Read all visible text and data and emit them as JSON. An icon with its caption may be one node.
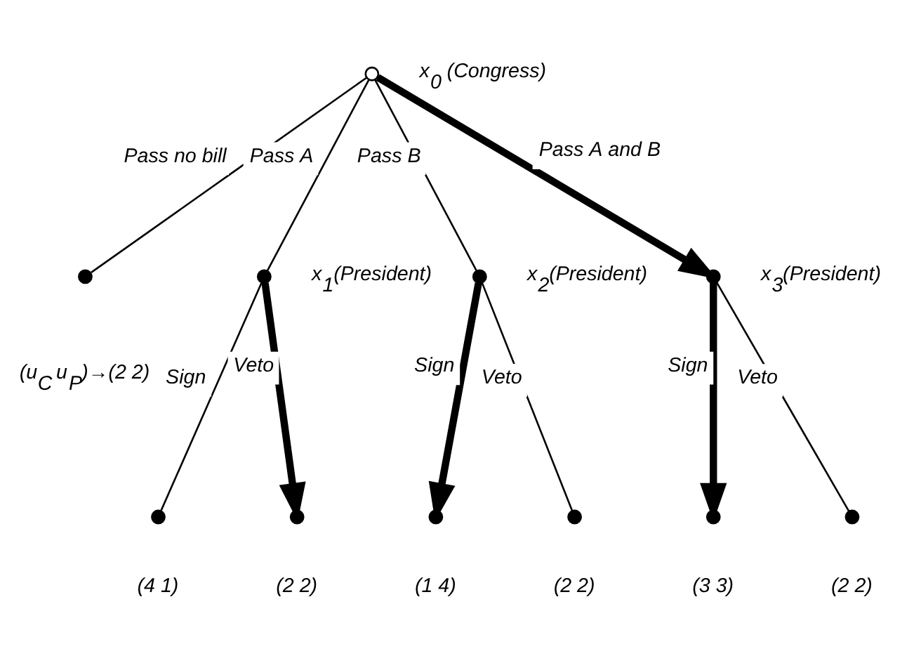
{
  "diagram": {
    "nodes": [
      {
        "text": [],
        "shape": "circle",
        "beside": [
          "x$_{0}$ (Congress)"
        ]
      },
      {
        "text": [],
        "shape": "circle",
        "beside": [
          "(u$_{C}$ u$_{P}$)→(2 2)"
        ]
      },
      {
        "text": [],
        "shape": "circle",
        "beside": [
          "x$_{1}$(President)"
        ]
      },
      {
        "text": [],
        "shape": "circle",
        "beside": [
          "x$_{2}$(President)"
        ]
      },
      {
        "text": [],
        "shape": "circle",
        "beside": [
          "x$_{3}$(President)"
        ]
      },
      {
        "text": [],
        "shape": "circle",
        "beside": [
          "(4 1)"
        ]
      },
      {
        "text": [],
        "shape": "circle",
        "beside": [
          "(2 2)"
        ]
      },
      {
        "text": [],
        "shape": "circle",
        "beside": [
          "(1 4)"
        ]
      },
      {
        "text": [],
        "shape": "circle",
        "beside": [
          "(2 2)"
        ]
      },
      {
        "text": [],
        "shape": "circle",
        "beside": [
          "(3 3)"
        ]
      },
      {
        "text": [],
        "shape": "circle",
        "beside": [
          "(2 2)"
        ]
      }
    ],
    "edges": [
      {
        "from": 0,
        "to": 1,
        "arrow": "none",
        "label": "Pass no bill"
      },
      {
        "from": 0,
        "to": 2,
        "arrow": "none",
        "label": "Pass A"
      },
      {
        "from": 0,
        "to": 3,
        "arrow": "none",
        "label": "Pass B"
      },
      {
        "from": 0,
        "to": 4,
        "arrow": "to",
        "label": "Pass A and B",
        "style": "thick"
      },
      {
        "from": 2,
        "to": 5,
        "arrow": "none",
        "label": "Sign"
      },
      {
        "from": 2,
        "to": 6,
        "arrow": "to",
        "label": "Veto",
        "style": "thick"
      },
      {
        "from": 3,
        "to": 7,
        "arrow": "to",
        "label": "Sign",
        "style": "thick"
      },
      {
        "from": 3,
        "to": 8,
        "arrow": "none",
        "label": "Veto"
      },
      {
        "from": 4,
        "to": 9,
        "arrow": "to",
        "label": "Sign",
        "style": "thick"
      },
      {
        "from": 4,
        "to": 10,
        "arrow": "none",
        "label": "Veto"
      }
    ]
  }
}
